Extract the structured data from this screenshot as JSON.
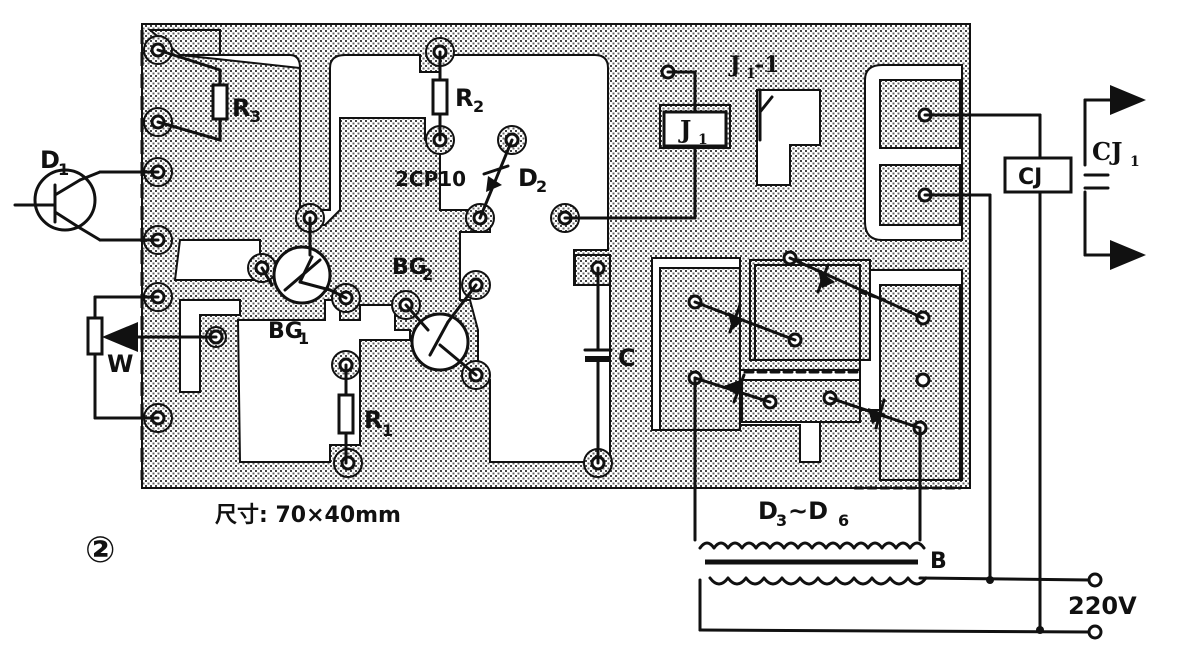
{
  "figure_number": "②",
  "board_size": "尺寸: 70×40mm",
  "labels": {
    "d1": "D",
    "d1_sub": "1",
    "r3": "R",
    "r3_sub": "3",
    "r2": "R",
    "r2_sub": "2",
    "r1": "R",
    "r1_sub": "1",
    "d2_part": "2CP10",
    "d2": "D",
    "d2_sub": "2",
    "bg1": "BG",
    "bg1_sub": "1",
    "bg2": "BG",
    "bg2_sub": "2",
    "w": "W",
    "c": "C",
    "j1": "J",
    "j1_sub": "1",
    "j1_contact": "J",
    "j1_contact_sub": "1",
    "j1_contact_suffix": "-1",
    "d3d6_a": "D",
    "d3d6_a_sub": "3",
    "d3d6_mid": "~D",
    "d3d6_b_sub": "6",
    "cj": "CJ",
    "cj1": "CJ",
    "cj1_sub": "1",
    "b": "B",
    "mains": "220V"
  }
}
